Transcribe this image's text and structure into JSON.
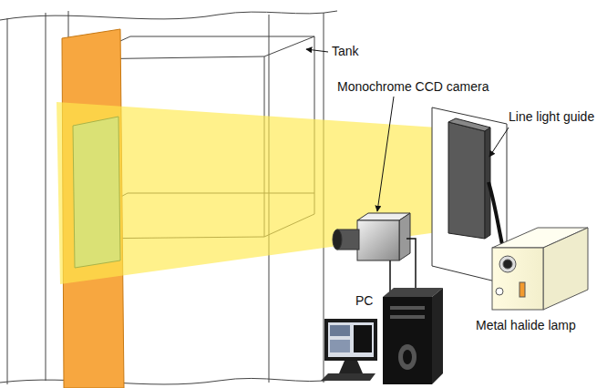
{
  "diagram": {
    "labels": [
      "Tank",
      "Monochrome CCD camera",
      "Line light guide",
      "PC",
      "Metal halide lamp"
    ]
  }
}
